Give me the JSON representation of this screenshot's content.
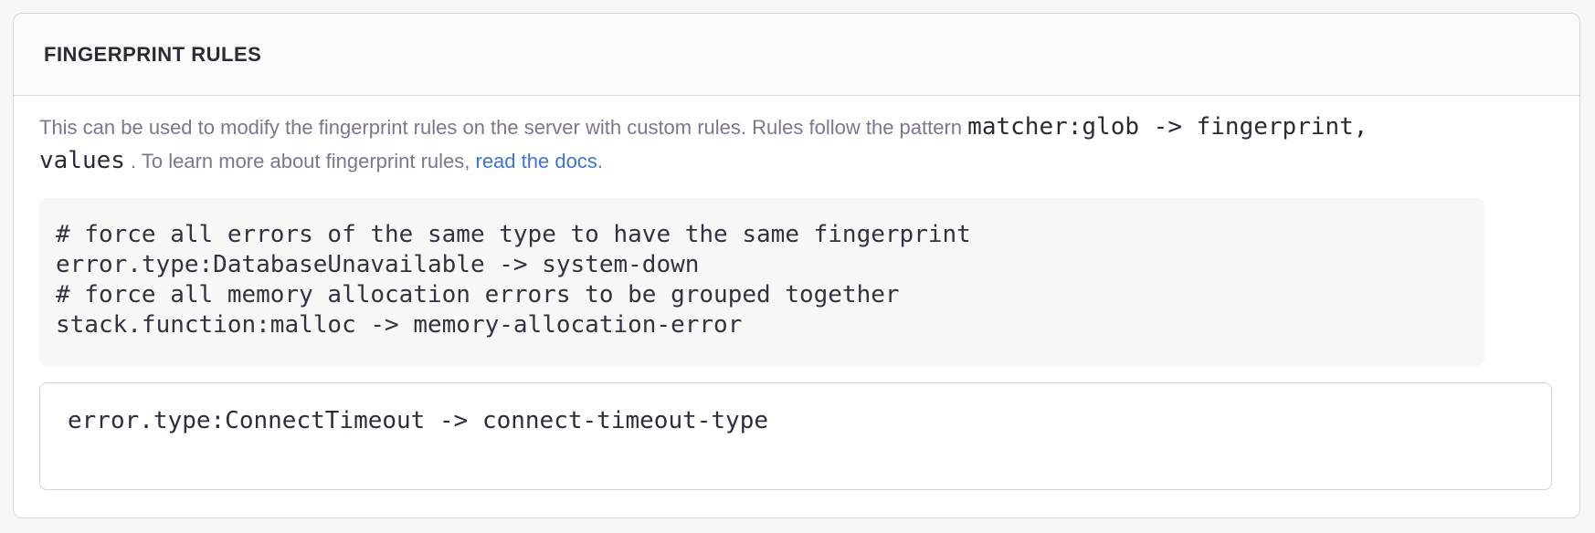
{
  "panel": {
    "title": "FINGERPRINT RULES",
    "description": {
      "text_before_code": "This can be used to modify the fingerprint rules on the server with custom rules. Rules follow the pattern ",
      "inline_code_line1": "matcher:glob -> fingerprint,",
      "inline_code_line2": "values",
      "text_after_code": " . To learn more about fingerprint rules, ",
      "link_label": "read the docs."
    },
    "example_code": "# force all errors of the same type to have the same fingerprint\nerror.type:DatabaseUnavailable -> system-down\n# force all memory allocation errors to be grouped together\nstack.function:malloc -> memory-allocation-error",
    "input": {
      "value": "error.type:ConnectTimeout -> connect-timeout-type"
    },
    "colors": {
      "link_blue": "#3d74db",
      "heading_text": "#2f2936",
      "description_text": "#80748f",
      "panel_border": "#d8d5de",
      "code_background": "#f7f7f8"
    }
  }
}
